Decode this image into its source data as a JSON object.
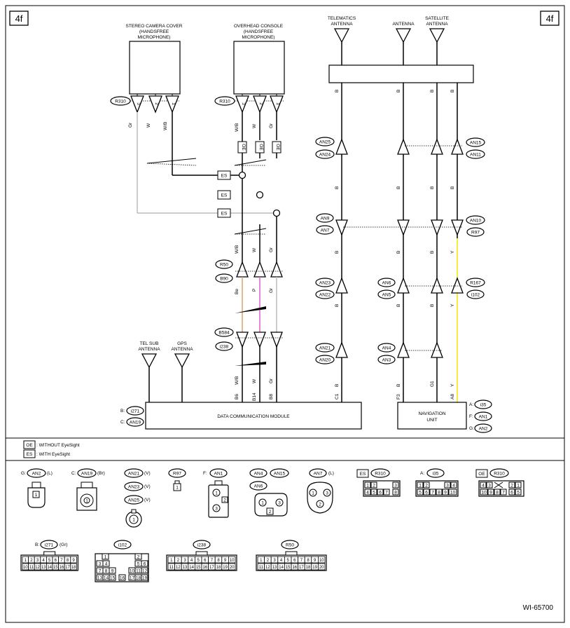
{
  "page_tag": "4f",
  "components": {
    "stereo_camera": "STEREO CAMERA COVER (HANDSFREE MICROPHONE)",
    "overhead_console": "OVERHEAD CONSOLE (HANDSFREE MICROPHONE)",
    "telematics_antenna": "TELEMATICS ANTENNA",
    "antenna": "ANTENNA",
    "satellite_antenna": "SATELLITE ANTENNA",
    "tel_sub_antenna": "TEL SUB ANTENNA",
    "gps_antenna": "GPS ANTENNA",
    "dcm": "DATA COMMUNICATION MODULE",
    "nav_unit": "NAVIGATION UNIT"
  },
  "connectors": {
    "r310": "R310",
    "r50": "R50",
    "b90": "B90",
    "b584": "B584",
    "i238": "i238",
    "i271": "i271",
    "an19": "AN19",
    "an25": "AN25",
    "an24": "AN24",
    "an15": "AN15",
    "an11": "AN11",
    "an9": "AN9",
    "an7": "AN7",
    "an10": "AN10",
    "r97": "R97",
    "an23": "AN23",
    "an22": "AN22",
    "an6": "AN6",
    "an5": "AN5",
    "r167": "R167",
    "i102": "i102",
    "an21": "AN21",
    "an20": "AN20",
    "an4": "AN4",
    "an3": "AN3",
    "i35": "i35",
    "an1": "AN1",
    "an2": "AN2"
  },
  "prefixes": {
    "b": "B:",
    "c": "C:",
    "a": "A:",
    "f": "F:",
    "g": "G:"
  },
  "pins": {
    "p1": "1",
    "p2": "2",
    "p3": "3",
    "p4": "4",
    "p5": "5",
    "p6": "6",
    "p7": "7",
    "p8": "8",
    "p9": "9",
    "p10": "10",
    "p11": "11",
    "p12": "12",
    "p13": "13",
    "p14": "14",
    "p15": "15",
    "p16": "16",
    "p17": "17",
    "p18": "18",
    "p19": "19",
    "p20": "20",
    "b6": "B6",
    "b14": "B14",
    "b8": "B8",
    "c1": "C1",
    "f3": "F3",
    "g1": "G1",
    "a8": "A8"
  },
  "wire_colors": {
    "gr": "Gr",
    "w": "W",
    "wb": "W/B",
    "be": "Be",
    "p": "P",
    "b": "B",
    "y": "Y"
  },
  "tags": {
    "oe": "OE",
    "es": "ES"
  },
  "legend": {
    "oe_text": ": WITHOUT EyeSight",
    "es_text": ": WITH EyeSight"
  },
  "connector_suffix": {
    "l": "(L)",
    "br": "(Br)",
    "v": "(V)",
    "gr": "(Gr)"
  },
  "figure_id": "WI-65700",
  "colors": {
    "yellow_wire": "#f5e400",
    "pink_wire": "#e060d0",
    "beige_wire": "#d9a66b",
    "gray_wire": "#bbbbbb"
  }
}
